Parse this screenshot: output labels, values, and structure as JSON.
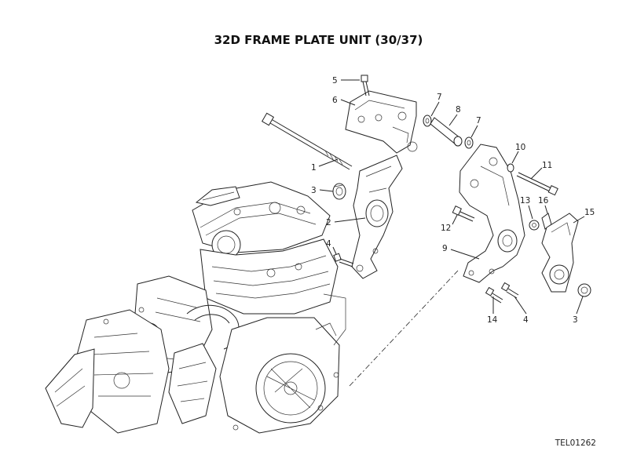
{
  "title": "32D FRAME PLATE UNIT (30/37)",
  "reference_code": "TEL01262",
  "callouts": {
    "c5": "5",
    "c6": "6",
    "c7a": "7",
    "c8": "8",
    "c7b": "7",
    "c10": "10",
    "c11": "11",
    "c1": "1",
    "c3a": "3",
    "c2": "2",
    "c4a": "4",
    "c13": "13",
    "c16": "16",
    "c15": "15",
    "c12": "12",
    "c9": "9",
    "c14": "14",
    "c4b": "4",
    "c3b": "3"
  }
}
